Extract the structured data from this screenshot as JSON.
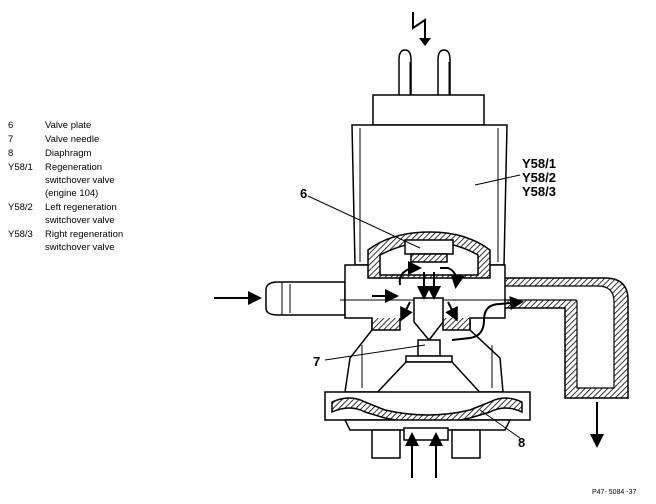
{
  "legend": [
    {
      "key": "6",
      "desc": "Valve plate"
    },
    {
      "key": "7",
      "desc": "Valve needle"
    },
    {
      "key": "8",
      "desc": "Diaphragm"
    },
    {
      "key": "Y58/1",
      "desc": "Regeneration\nswitchover valve\n(engine 104)"
    },
    {
      "key": "Y58/2",
      "desc": "Left regeneration\nswitchover valve"
    },
    {
      "key": "Y58/3",
      "desc": "Right regeneration\nswitchover valve"
    }
  ],
  "callouts": {
    "y58_1": "Y58/1",
    "y58_2": "Y58/2",
    "y58_3": "Y58/3",
    "item6": "6",
    "item7": "7",
    "item8": "8"
  },
  "figure_ref": "P47- 5084 -37"
}
